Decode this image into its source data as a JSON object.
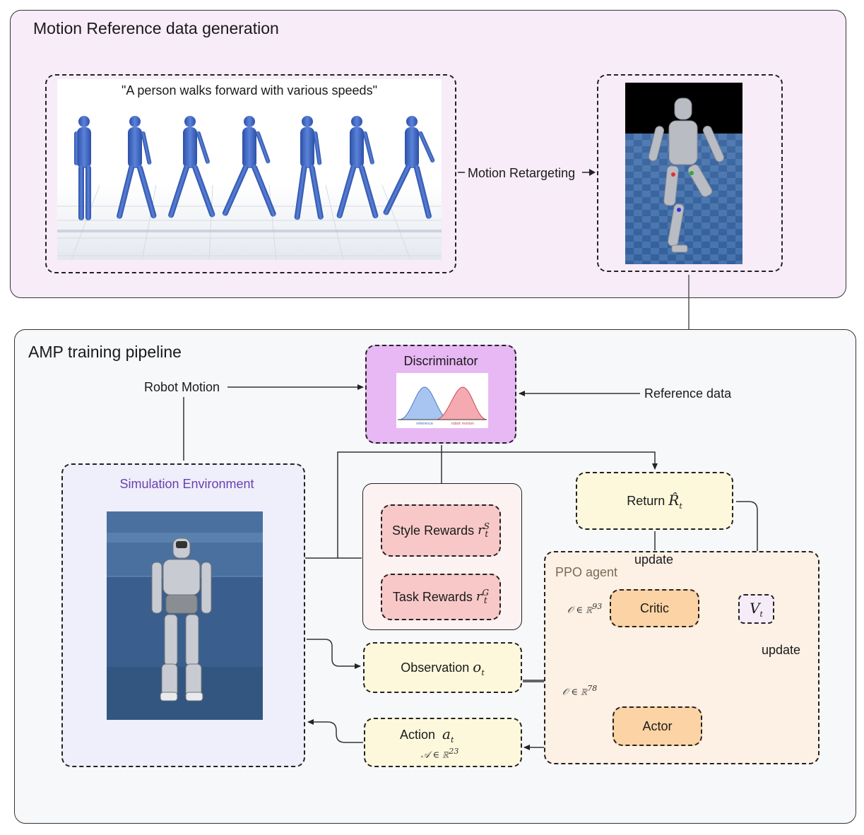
{
  "top_panel": {
    "title": "Motion Reference data generation",
    "caption": "\"A person walks forward with various speeds\"",
    "retarget_label": "Motion Retargeting"
  },
  "bottom_panel": {
    "title": "AMP training pipeline",
    "robot_motion": "Robot Motion",
    "reference_data": "Reference data",
    "discriminator": {
      "title": "Discriminator",
      "left_curve_label": "reference",
      "right_curve_label": "robot motion"
    },
    "sim_env": "Simulation Environment",
    "style_rewards": "Style Rewards",
    "style_sym": "r",
    "style_sup": "S",
    "style_sub": "t",
    "task_rewards": "Task Rewards",
    "task_sym": "r",
    "task_sup": "G",
    "task_sub": "t",
    "return_label": "Return",
    "return_sym": "R̂",
    "return_sub": "t",
    "update_top": "update",
    "update_right": "update",
    "ppo_agent": "PPO agent",
    "critic": "Critic",
    "critic_obs": "𝒪 ∈ ℝ",
    "critic_obs_sup": "93",
    "value_sym": "V",
    "value_sub": "t",
    "observation": "Observation",
    "obs_sym": "o",
    "obs_sub": "t",
    "actor_obs": "𝒪 ∈ ℝ",
    "actor_obs_sup": "78",
    "actor": "Actor",
    "action": "Action",
    "action_sym": "a",
    "action_sub": "t",
    "action_space": "𝒜 ∈ ℝ",
    "action_space_sup": "23"
  },
  "colors": {
    "top_bg": "#f8ecf8",
    "bottom_bg": "#f6f8fa",
    "discriminator_bg": "#e8b8f4",
    "sim_bg": "#efeefb",
    "reward_bg": "#f8c8c8",
    "yellow_bg": "#fdf8dc",
    "ppo_bg": "#fdf0e4",
    "orange_bg": "#fcd3a4",
    "value_bg": "#f6ecf8",
    "sim_title": "#6a3fb0",
    "ppo_title": "#7a6a5a"
  }
}
